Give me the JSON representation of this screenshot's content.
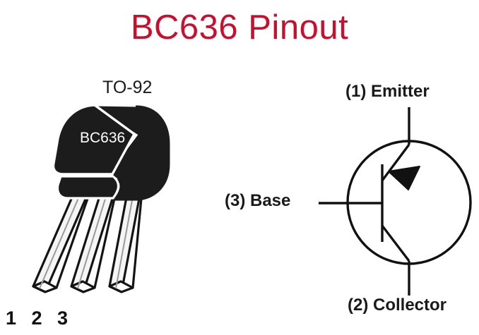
{
  "page": {
    "title": "BC636 Pinout",
    "background_color": "#ffffff"
  },
  "colors": {
    "title_red": "#C8102E",
    "body_black": "#1a1a1a",
    "line_black": "#111111",
    "lead_fill": "#f2f2f2",
    "text_white": "#ffffff"
  },
  "package": {
    "type_label": "TO-92",
    "part_marking": "BC636",
    "pin_numbers_label": "1 2 3",
    "pins": [
      {
        "number": "1",
        "function": "Emitter"
      },
      {
        "number": "2",
        "function": "Collector"
      },
      {
        "number": "3",
        "function": "Base"
      }
    ]
  },
  "schematic": {
    "device_kind": "PNP bipolar junction transistor",
    "emitter_label": "(1) Emitter",
    "base_label": "(3) Base",
    "collector_label": "(2) Collector"
  }
}
